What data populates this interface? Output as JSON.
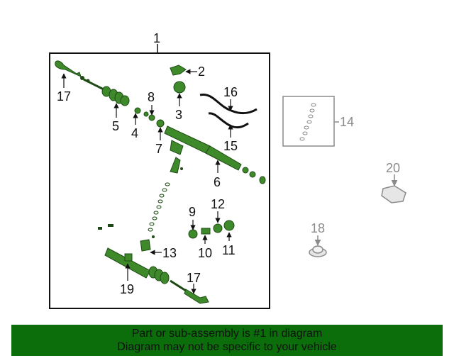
{
  "diagram": {
    "callouts": {
      "c1": "1",
      "c2": "2",
      "c3": "3",
      "c4": "4",
      "c5": "5",
      "c6": "6",
      "c7": "7",
      "c8": "8",
      "c9": "9",
      "c10": "10",
      "c11": "11",
      "c12": "12",
      "c13": "13",
      "c14": "14",
      "c15": "15",
      "c16": "16",
      "c17a": "17",
      "c17b": "17",
      "c18": "18",
      "c19": "19",
      "c20": "20"
    }
  },
  "footer": {
    "line1": "Part or sub-assembly is #1 in diagram",
    "line2": "Diagram may not be specific to your vehicle"
  },
  "colors": {
    "part_green": "#3e8a2a",
    "part_dark": "#1d4a14",
    "footer_bg": "#0b6e0b",
    "inactive_grey": "#8a8a8a"
  }
}
